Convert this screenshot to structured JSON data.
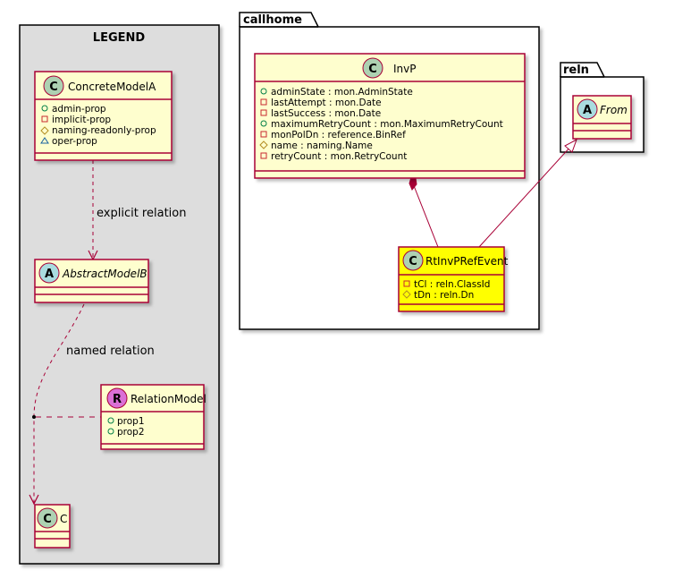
{
  "legend": {
    "title": "LEGEND",
    "concrete_class": {
      "badge": "C",
      "name": "ConcreteModelA",
      "attributes": [
        {
          "vis": "public",
          "text": "admin-prop"
        },
        {
          "vis": "private",
          "text": "implicit-prop"
        },
        {
          "vis": "protected",
          "text": "naming-readonly-prop"
        },
        {
          "vis": "package",
          "text": "oper-prop"
        }
      ]
    },
    "abstract_class": {
      "badge": "A",
      "name": "AbstractModelB"
    },
    "relation_class": {
      "badge": "R",
      "name": "RelationModel",
      "attributes": [
        {
          "vis": "public",
          "text": "prop1"
        },
        {
          "vis": "public",
          "text": "prop2"
        }
      ]
    },
    "target_class": {
      "badge": "C",
      "name": "C"
    },
    "explicit_relation_label": "explicit relation",
    "named_relation_label": "named relation"
  },
  "packages": {
    "callhome": {
      "name": "callhome",
      "invp": {
        "badge": "C",
        "name": "InvP",
        "attributes": [
          {
            "vis": "public",
            "text": "adminState : mon.AdminState"
          },
          {
            "vis": "private",
            "text": "lastAttempt : mon.Date"
          },
          {
            "vis": "private",
            "text": "lastSuccess : mon.Date"
          },
          {
            "vis": "public",
            "text": "maximumRetryCount : mon.MaximumRetryCount"
          },
          {
            "vis": "private",
            "text": "monPolDn : reference.BinRef"
          },
          {
            "vis": "protected",
            "text": "name : naming.Name"
          },
          {
            "vis": "private",
            "text": "retryCount : mon.RetryCount"
          }
        ]
      },
      "event": {
        "badge": "C",
        "name": "RtInvPRefEvent",
        "attributes": [
          {
            "vis": "private",
            "text": "tCl : reln.ClassId"
          },
          {
            "vis": "protected",
            "text": "tDn : reln.Dn"
          }
        ]
      }
    },
    "reln": {
      "name": "reln",
      "from": {
        "badge": "A",
        "name": "From"
      }
    }
  },
  "colors": {
    "class_fill": "#FEFECE",
    "highlight_fill": "#FFFF00",
    "border": "#A80036",
    "legend_bg": "#DDDDDD",
    "badge_c": "#ADD1B2",
    "badge_a": "#A9DCDF",
    "badge_r": "#DA70D6"
  }
}
